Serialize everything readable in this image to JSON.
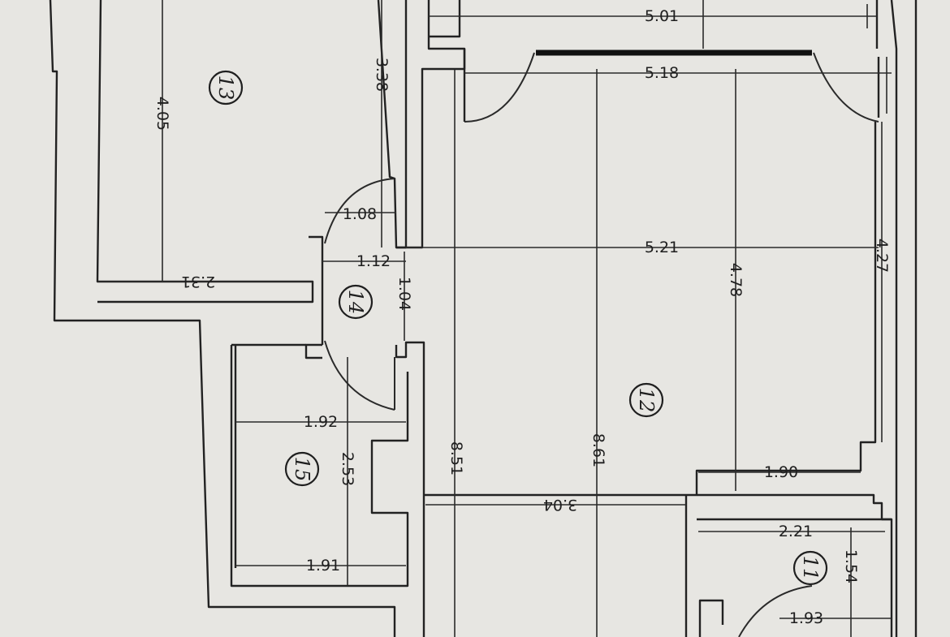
{
  "rooms": {
    "r11": "11",
    "r12": "12",
    "r13": "13",
    "r14": "14",
    "r15": "15"
  },
  "dimensions": {
    "d_5_01": "5.01",
    "d_5_18": "5.18",
    "d_5_21": "5.21",
    "d_4_78": "4.78",
    "d_4_27": "4.27",
    "d_8_51": "8.51",
    "d_8_61": "8.61",
    "d_3_04": "3.04",
    "d_1_90": "1.90",
    "d_2_21": "2.21",
    "d_1_54": "1.54",
    "d_1_93": "1.93",
    "d_3_38": "3.38",
    "d_4_05": "4.05",
    "d_2_31": "2.31",
    "d_1_08": "1.08",
    "d_1_12": "1.12",
    "d_1_04": "1.04",
    "d_1_92": "1.92",
    "d_2_53": "2.53",
    "d_1_91": "1.91"
  }
}
